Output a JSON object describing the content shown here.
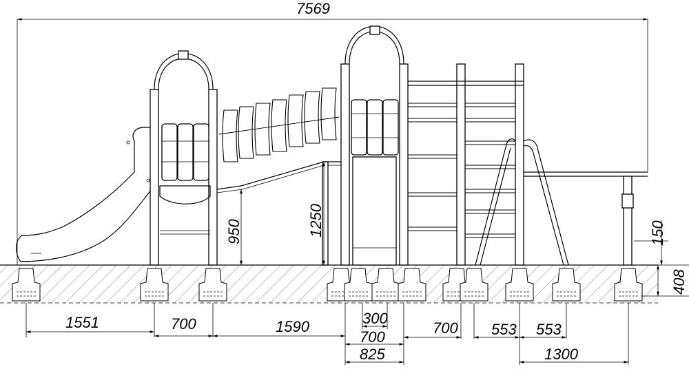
{
  "drawing": {
    "dimensions": {
      "overall_length": "7569",
      "height_platform_low": "950",
      "height_platform_high": "1250",
      "height_footing": "150",
      "depth_footing": "408",
      "bottom_1551": "1551",
      "bottom_700_a": "700",
      "bottom_1590": "1590",
      "bottom_300": "300",
      "bottom_700_b": "700",
      "bottom_825": "825",
      "bottom_700_c": "700",
      "bottom_553_a": "553",
      "bottom_553_b": "553",
      "bottom_1300": "1300"
    }
  }
}
